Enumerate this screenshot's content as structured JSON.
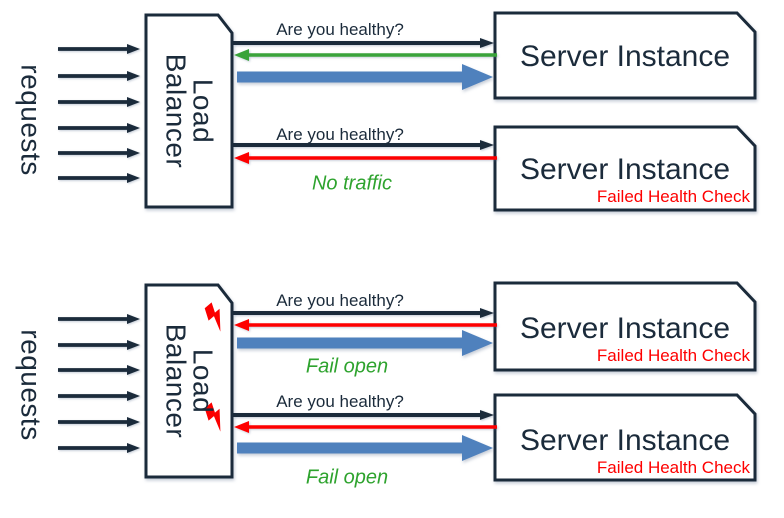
{
  "colors": {
    "navy": "#1b2b3b",
    "green_arrow": "#3aa33a",
    "green_text": "#2ea32e",
    "red": "#fe0000",
    "blue": "#4f81bd",
    "box_fill": "#ffffff"
  },
  "sections": [
    {
      "requests_label": "requests",
      "load_balancer_label": "Load\nBalancer",
      "rows": [
        {
          "question": "Are you healthy?",
          "server": "Server Instance",
          "health_response": "healthy",
          "traffic_note": "",
          "status": ""
        },
        {
          "question": "Are you healthy?",
          "server": "Server Instance",
          "health_response": "unhealthy",
          "traffic_note": "No traffic",
          "status": "Failed Health Check"
        }
      ]
    },
    {
      "requests_label": "requests",
      "load_balancer_label": "Load\nBalancer",
      "rows": [
        {
          "question": "Are you healthy?",
          "server": "Server Instance",
          "health_response": "unhealthy",
          "traffic_note": "Fail open",
          "status": "Failed Health Check"
        },
        {
          "question": "Are you healthy?",
          "server": "Server Instance",
          "health_response": "unhealthy",
          "traffic_note": "Fail open",
          "status": "Failed Health Check"
        }
      ]
    }
  ]
}
